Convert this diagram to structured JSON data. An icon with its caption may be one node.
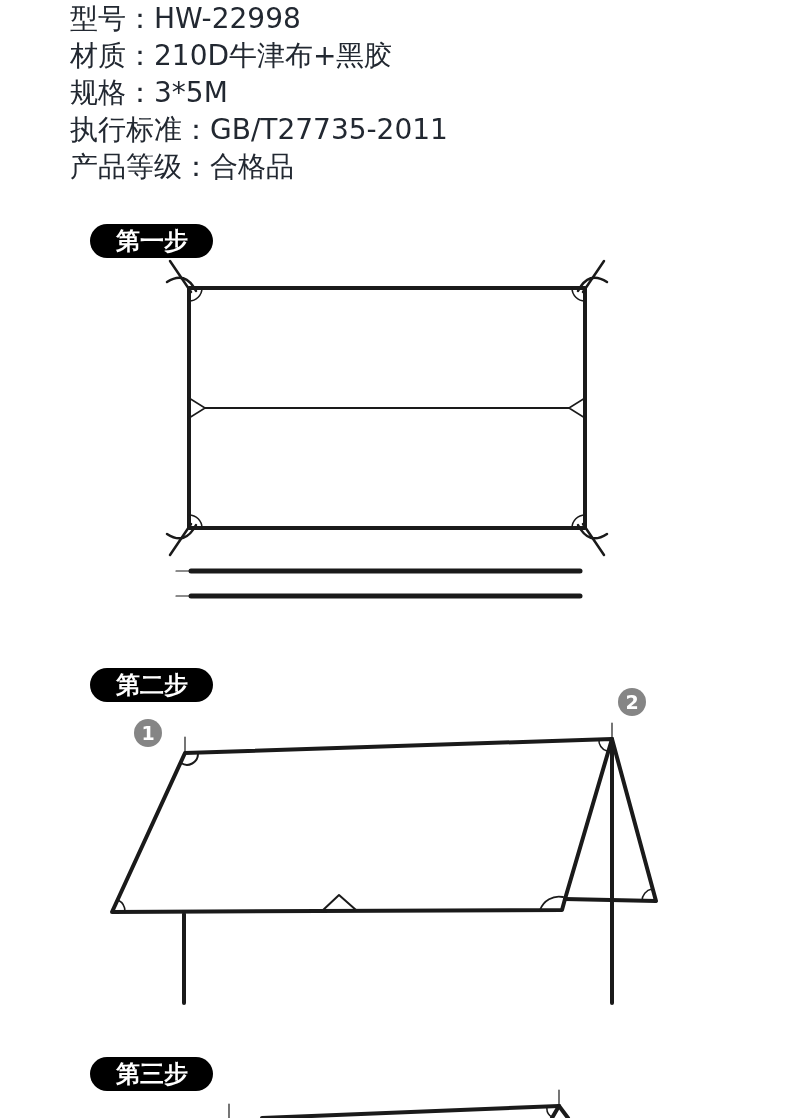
{
  "diagram": {
    "nodes": [
      {
        "text": [
          "第一步"
        ]
      },
      {
        "text": [
          "第二步"
        ]
      },
      {
        "text": [
          "1"
        ]
      },
      {
        "text": [
          "2"
        ]
      },
      {
        "text": [
          "第三步"
        ]
      }
    ],
    "labels": [
      "型号：HW-22998",
      "材质：210D牛津布+黑胶",
      "规格：3*5M",
      "执行标准：GB/T27735-2011",
      "产品等级：合格品"
    ]
  }
}
